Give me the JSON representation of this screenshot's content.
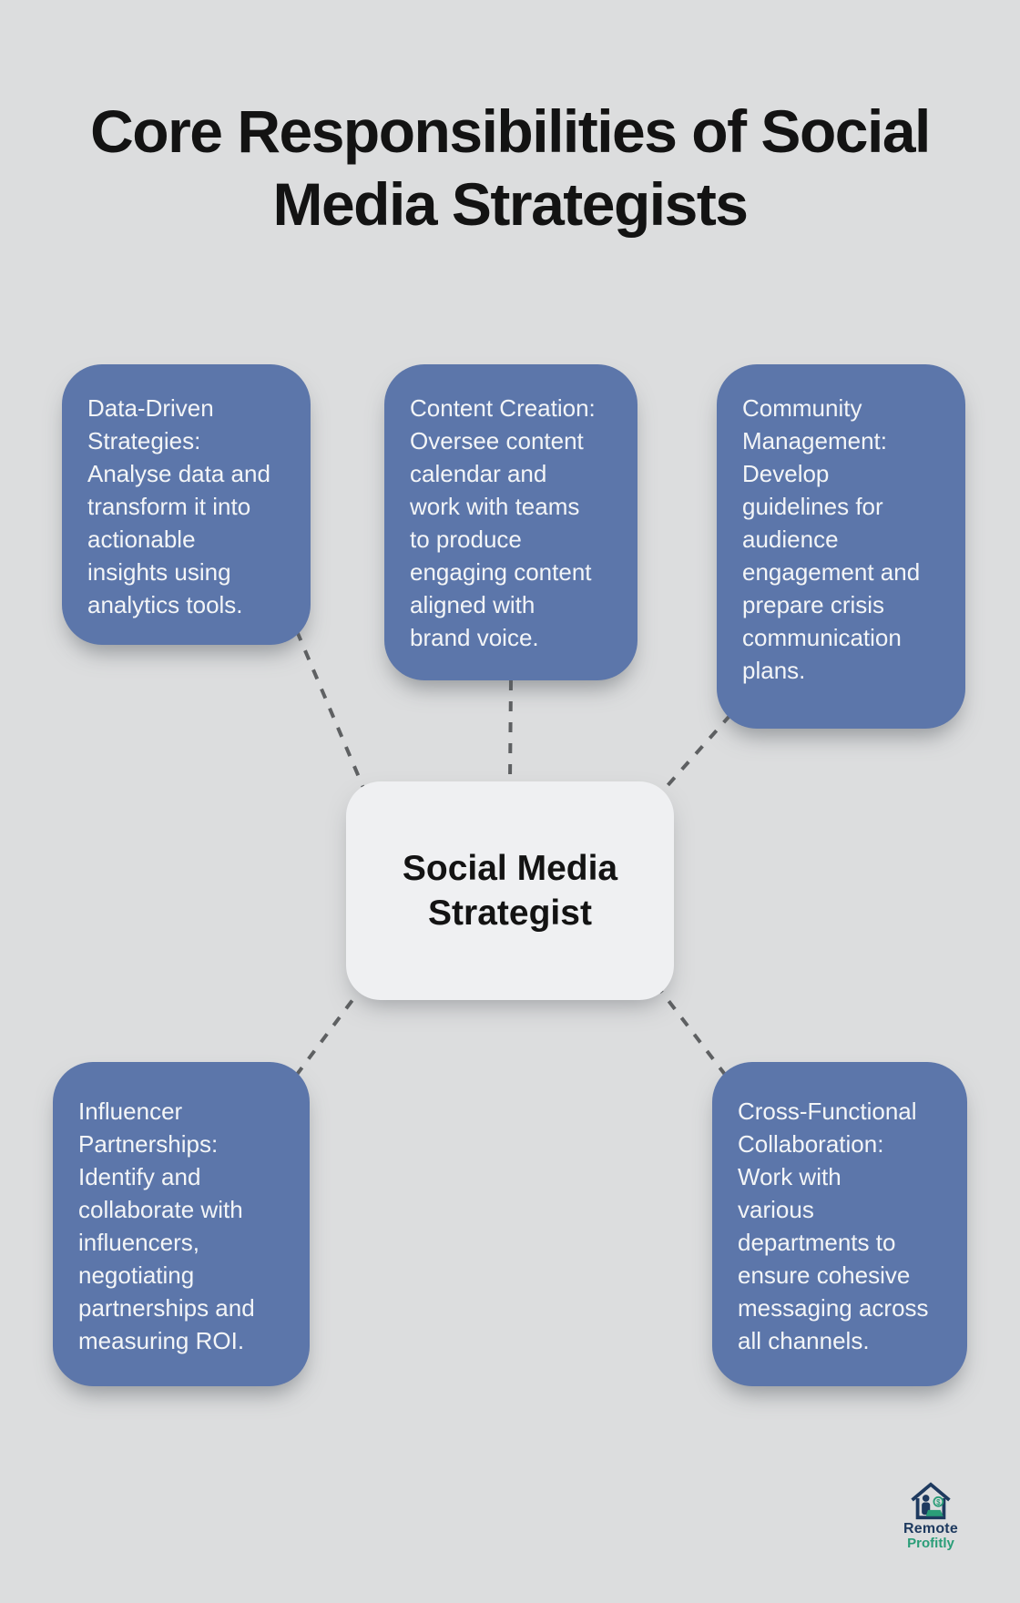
{
  "page": {
    "background_color": "#dcddde",
    "title": "Core Responsibilities of Social Media Strategists",
    "title_lines": [
      "Core Responsibilities of Social",
      "Media Strategists"
    ],
    "title_color": "#131313"
  },
  "diagram": {
    "center_node": {
      "id": "strategist",
      "label": "Social Media Strategist",
      "lines": [
        "Social Media",
        "Strategist"
      ],
      "bg": "#eff0f2",
      "text_color": "#131313"
    },
    "node_style": {
      "bg": "#5c76aa",
      "text_color": "#f3f5f7"
    },
    "nodes": [
      {
        "id": "data-driven",
        "label": "Data-Driven Strategies: Analyse data and transform it into actionable insights using analytics tools.",
        "lines": [
          "Data-Driven",
          "Strategies:",
          "Analyse data and",
          "transform it into",
          "actionable",
          "insights using",
          "analytics tools."
        ]
      },
      {
        "id": "content-creation",
        "label": "Content Creation: Oversee content calendar and work with teams to produce engaging content aligned with brand voice.",
        "lines": [
          "Content Creation:",
          "Oversee content",
          "calendar and",
          "work with teams",
          "to produce",
          "engaging content",
          "aligned with",
          "brand voice."
        ]
      },
      {
        "id": "community-management",
        "label": "Community Management: Develop guidelines for audience engagement and prepare crisis communication plans.",
        "lines": [
          "Community",
          "Management:",
          "Develop",
          "guidelines for",
          "audience",
          "engagement and",
          "prepare crisis",
          "communication",
          "plans."
        ]
      },
      {
        "id": "influencer-partnerships",
        "label": "Influencer Partnerships: Identify and collaborate with influencers, negotiating partnerships and measuring ROI.",
        "lines": [
          "Influencer",
          "Partnerships:",
          "Identify and",
          "collaborate with",
          "influencers,",
          "negotiating",
          "partnerships and",
          "measuring ROI."
        ]
      },
      {
        "id": "cross-functional",
        "label": "Cross-Functional Collaboration: Work with various departments to ensure cohesive messaging across all channels.",
        "lines": [
          "Cross-Functional",
          "Collaboration:",
          "Work with",
          "various",
          "departments to",
          "ensure cohesive",
          "messaging across",
          "all channels."
        ]
      }
    ],
    "edges": [
      {
        "from": "data-driven",
        "from_anchor": "bottom-right",
        "to": "strategist",
        "to_anchor": "top-left"
      },
      {
        "from": "content-creation",
        "from_anchor": "bottom-center",
        "to": "strategist",
        "to_anchor": "top-center"
      },
      {
        "from": "community-management",
        "from_anchor": "bottom-left",
        "to": "strategist",
        "to_anchor": "top-right"
      },
      {
        "from": "influencer-partnerships",
        "from_anchor": "top-right",
        "to": "strategist",
        "to_anchor": "bottom-left"
      },
      {
        "from": "cross-functional",
        "from_anchor": "top-left",
        "to": "strategist",
        "to_anchor": "bottom-right"
      }
    ],
    "edge_color": "#5e6062"
  },
  "logo": {
    "brand": "Remote Profitly",
    "line1": "Remote",
    "line2": "Profitly",
    "navy": "#1e3a5f",
    "teal": "#2a9d78",
    "icon": "remote-work-house-icon"
  }
}
